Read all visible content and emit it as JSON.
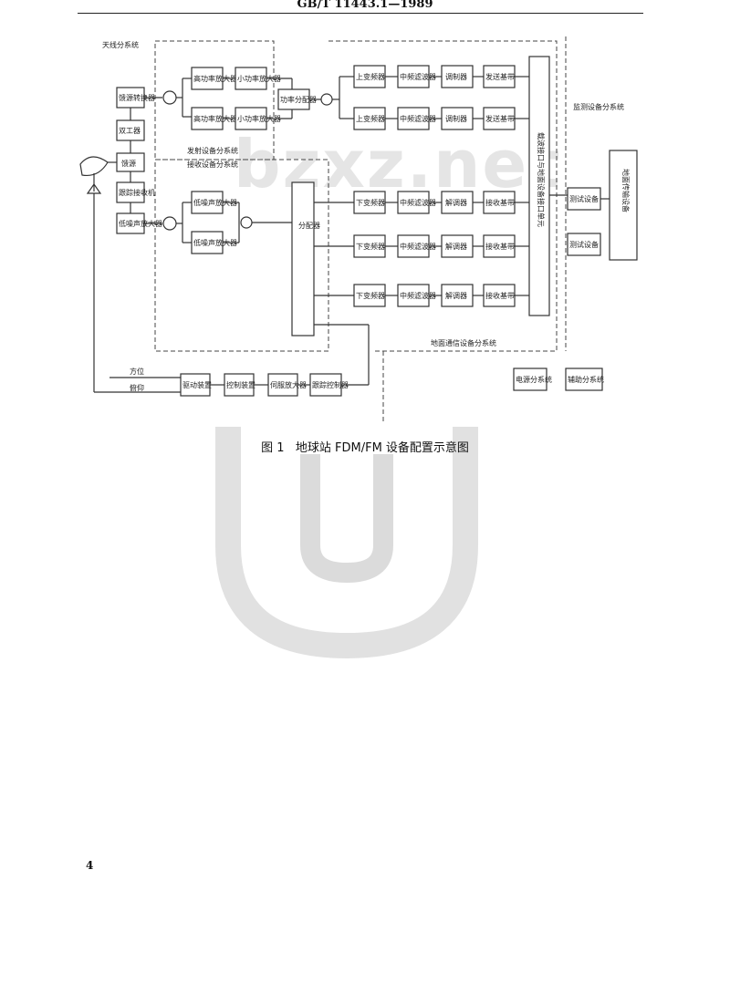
{
  "header": {
    "standard_no": "GB/T 11443.1—1989"
  },
  "figure": {
    "caption_prefix": "图 1",
    "caption_main": "地球站 FDM/FM 设备配置示意图",
    "subsystem_labels": {
      "antenna_feed": "天线分系统",
      "transmit": "发射设备分系统",
      "receive": "接收设备分系统",
      "ground_comm": "地面通信设备分系统",
      "monitor": "监测设备分系统",
      "line_az": "方位",
      "line_el": "俯仰"
    },
    "blocks": {
      "feed_switch": "馈源转换器",
      "diplexer": "双工器",
      "feed": "馈源",
      "tracking_receiver": "跟踪接收机",
      "hpa_1": "高功率放大器",
      "hpa_2": "高功率放大器",
      "low_pwr_amp_1": "小功率放大器",
      "low_pwr_amp_2": "小功率放大器",
      "power_splitter": "功率分配器",
      "lna_1": "低噪声放大器",
      "lna_2": "低噪声放大器",
      "distributor": "分配器",
      "up_conv_1": "上变频器",
      "up_conv_2": "上变频器",
      "if_filter_1": "中频滤波器",
      "if_filter_2": "中频滤波器",
      "modulator_1": "调制器",
      "modulator_2": "调制器",
      "baseband_1": "发送基带",
      "baseband_2": "发送基带",
      "down_conv_1": "下变频器",
      "down_conv_2": "下变频器",
      "down_conv_3": "下变频器",
      "if_amp_1": "中频滤波器",
      "if_amp_2": "中频滤波器",
      "if_amp_3": "中频滤波器",
      "demod_1": "解调器",
      "demod_2": "解调器",
      "demod_3": "解调器",
      "rx_baseband_1": "接收基带",
      "rx_baseband_2": "接收基带",
      "rx_baseband_3": "接收基带",
      "interface_panel": "载波接口与地面设备接口单元",
      "ground_terminal": "地面传输设备",
      "test_equip": "测试设备",
      "antenna_drive": "驱动装置",
      "antenna_ctrl": "控制装置",
      "servo": "伺服放大器",
      "track_ctrl": "跟踪控制器",
      "power_sys": "电源分系统",
      "aux_sys": "辅助分系统"
    }
  },
  "page_number": "4",
  "watermark_text": "bzxz.net"
}
